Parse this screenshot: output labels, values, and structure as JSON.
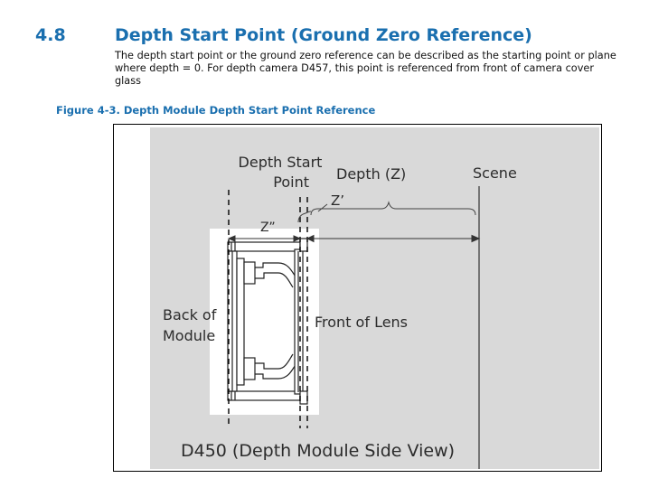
{
  "section": {
    "number": "4.8",
    "title": "Depth Start Point (Ground Zero Reference)",
    "body": "The depth start point or the ground zero reference can be described as the starting point or plane where depth = 0. For depth camera D457, this point is referenced from front of camera cover glass"
  },
  "figure": {
    "caption": "Figure 4-3. Depth Module Depth Start Point Reference",
    "labels": {
      "depth_start_line1": "Depth Start",
      "depth_start_line2": "Point",
      "depth_z": "Depth (Z)",
      "scene": "Scene",
      "z_prime": "Z’",
      "z_double_prime": "Z”",
      "back_line1": "Back of",
      "back_line2": "Module",
      "front_of_lens": "Front of Lens",
      "side_view": "D450 (Depth Module Side View)"
    },
    "colors": {
      "figure_background": "#d9d9d9",
      "heading": "#1a6faf"
    }
  }
}
